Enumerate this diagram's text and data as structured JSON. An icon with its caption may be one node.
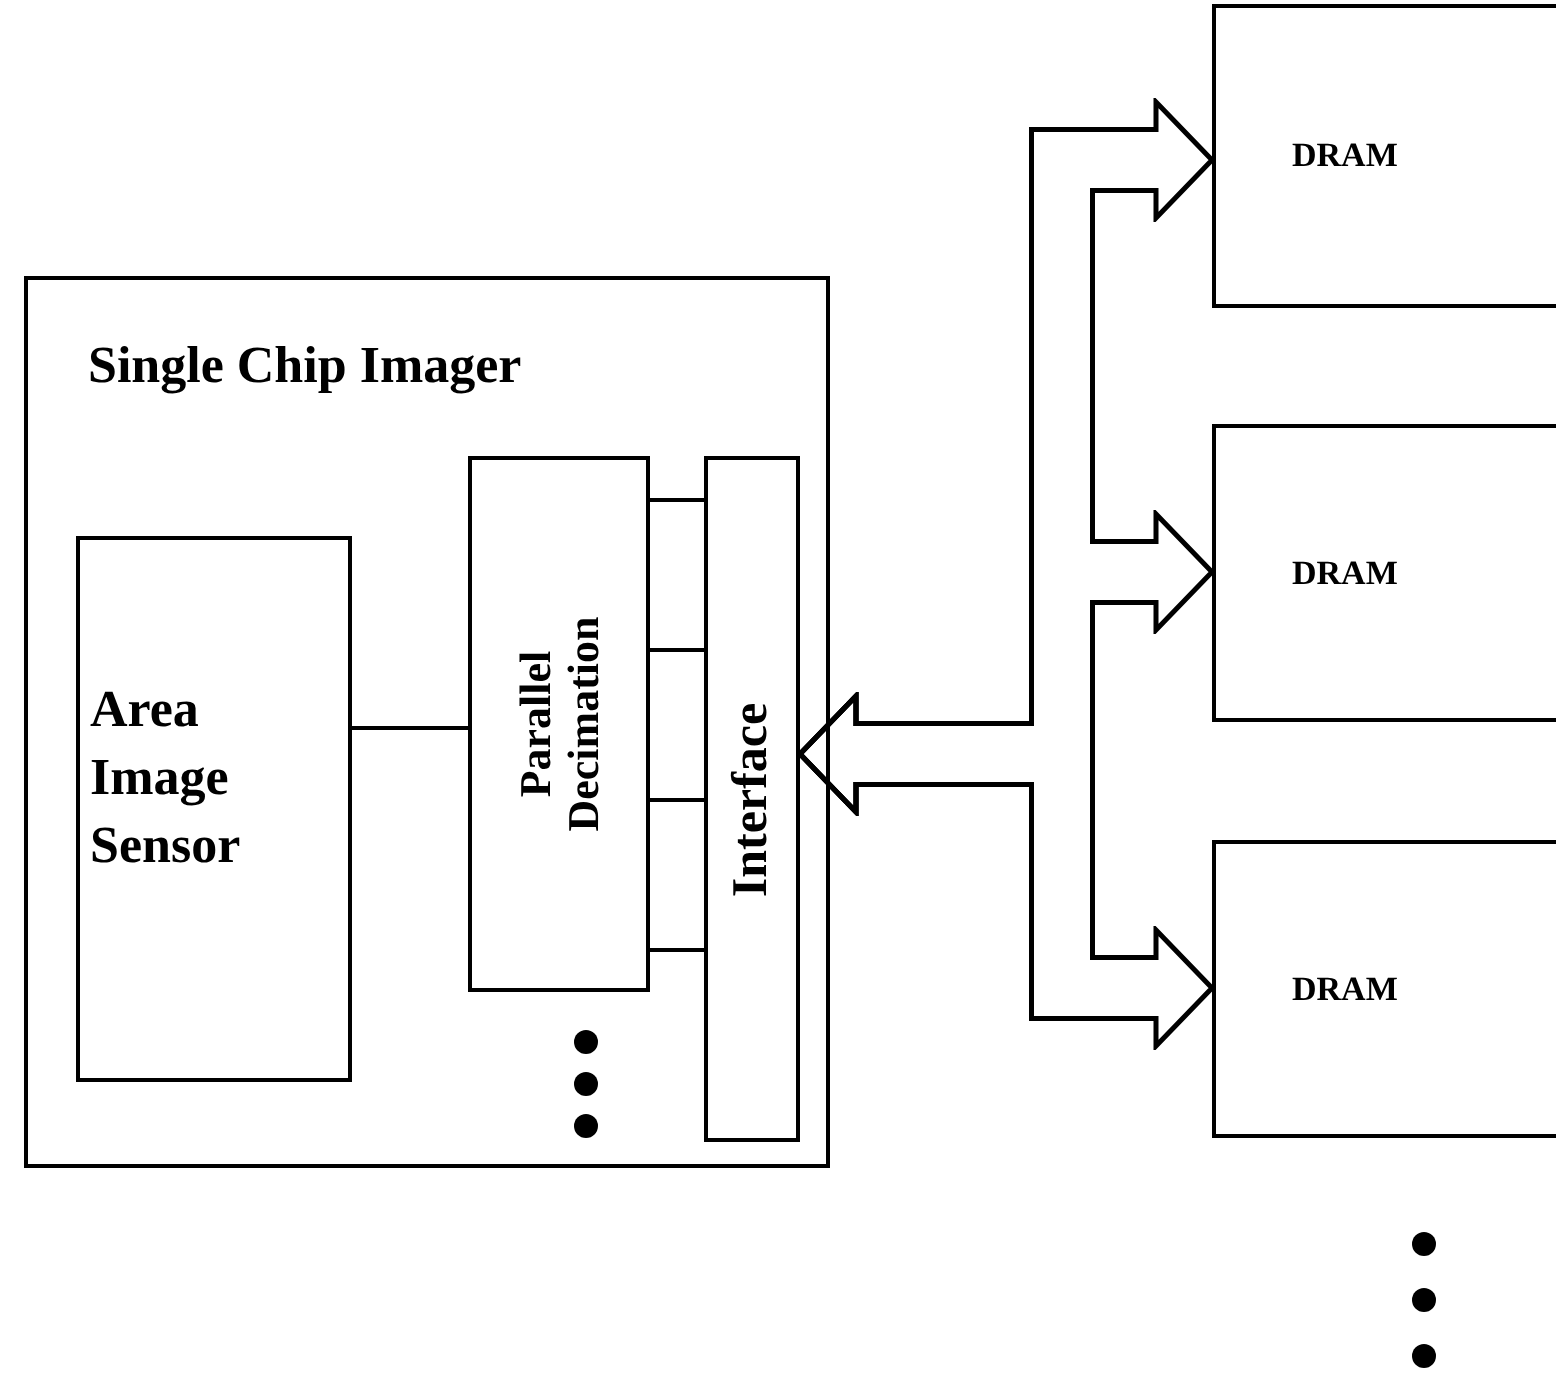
{
  "diagram": {
    "nodes": [
      {
        "text": [
          "Single Chip Imager"
        ]
      },
      {
        "text": [
          "Area Image Sensor"
        ],
        "in": 0
      },
      {
        "text": [
          "Parallel Decimation"
        ],
        "in": 0
      },
      {
        "text": [
          "Interface"
        ],
        "in": 0
      },
      {
        "text": [
          "DRAM"
        ]
      },
      {
        "text": [
          "DRAM"
        ]
      },
      {
        "text": [
          "DRAM"
        ]
      }
    ],
    "edges": [
      {
        "from": 1,
        "to": 2,
        "arrow": "none"
      },
      {
        "from": 2,
        "to": 3,
        "arrow": "none"
      },
      {
        "from": 2,
        "to": 3,
        "arrow": "none"
      },
      {
        "from": 2,
        "to": 3,
        "arrow": "none"
      },
      {
        "from": 2,
        "to": 3,
        "arrow": "none"
      },
      {
        "from": 3,
        "to": 4,
        "arrow": "both",
        "style": "thick"
      },
      {
        "from": 3,
        "to": 5,
        "arrow": "both",
        "style": "thick"
      },
      {
        "from": 3,
        "to": 6,
        "arrow": "both",
        "style": "thick"
      }
    ]
  }
}
